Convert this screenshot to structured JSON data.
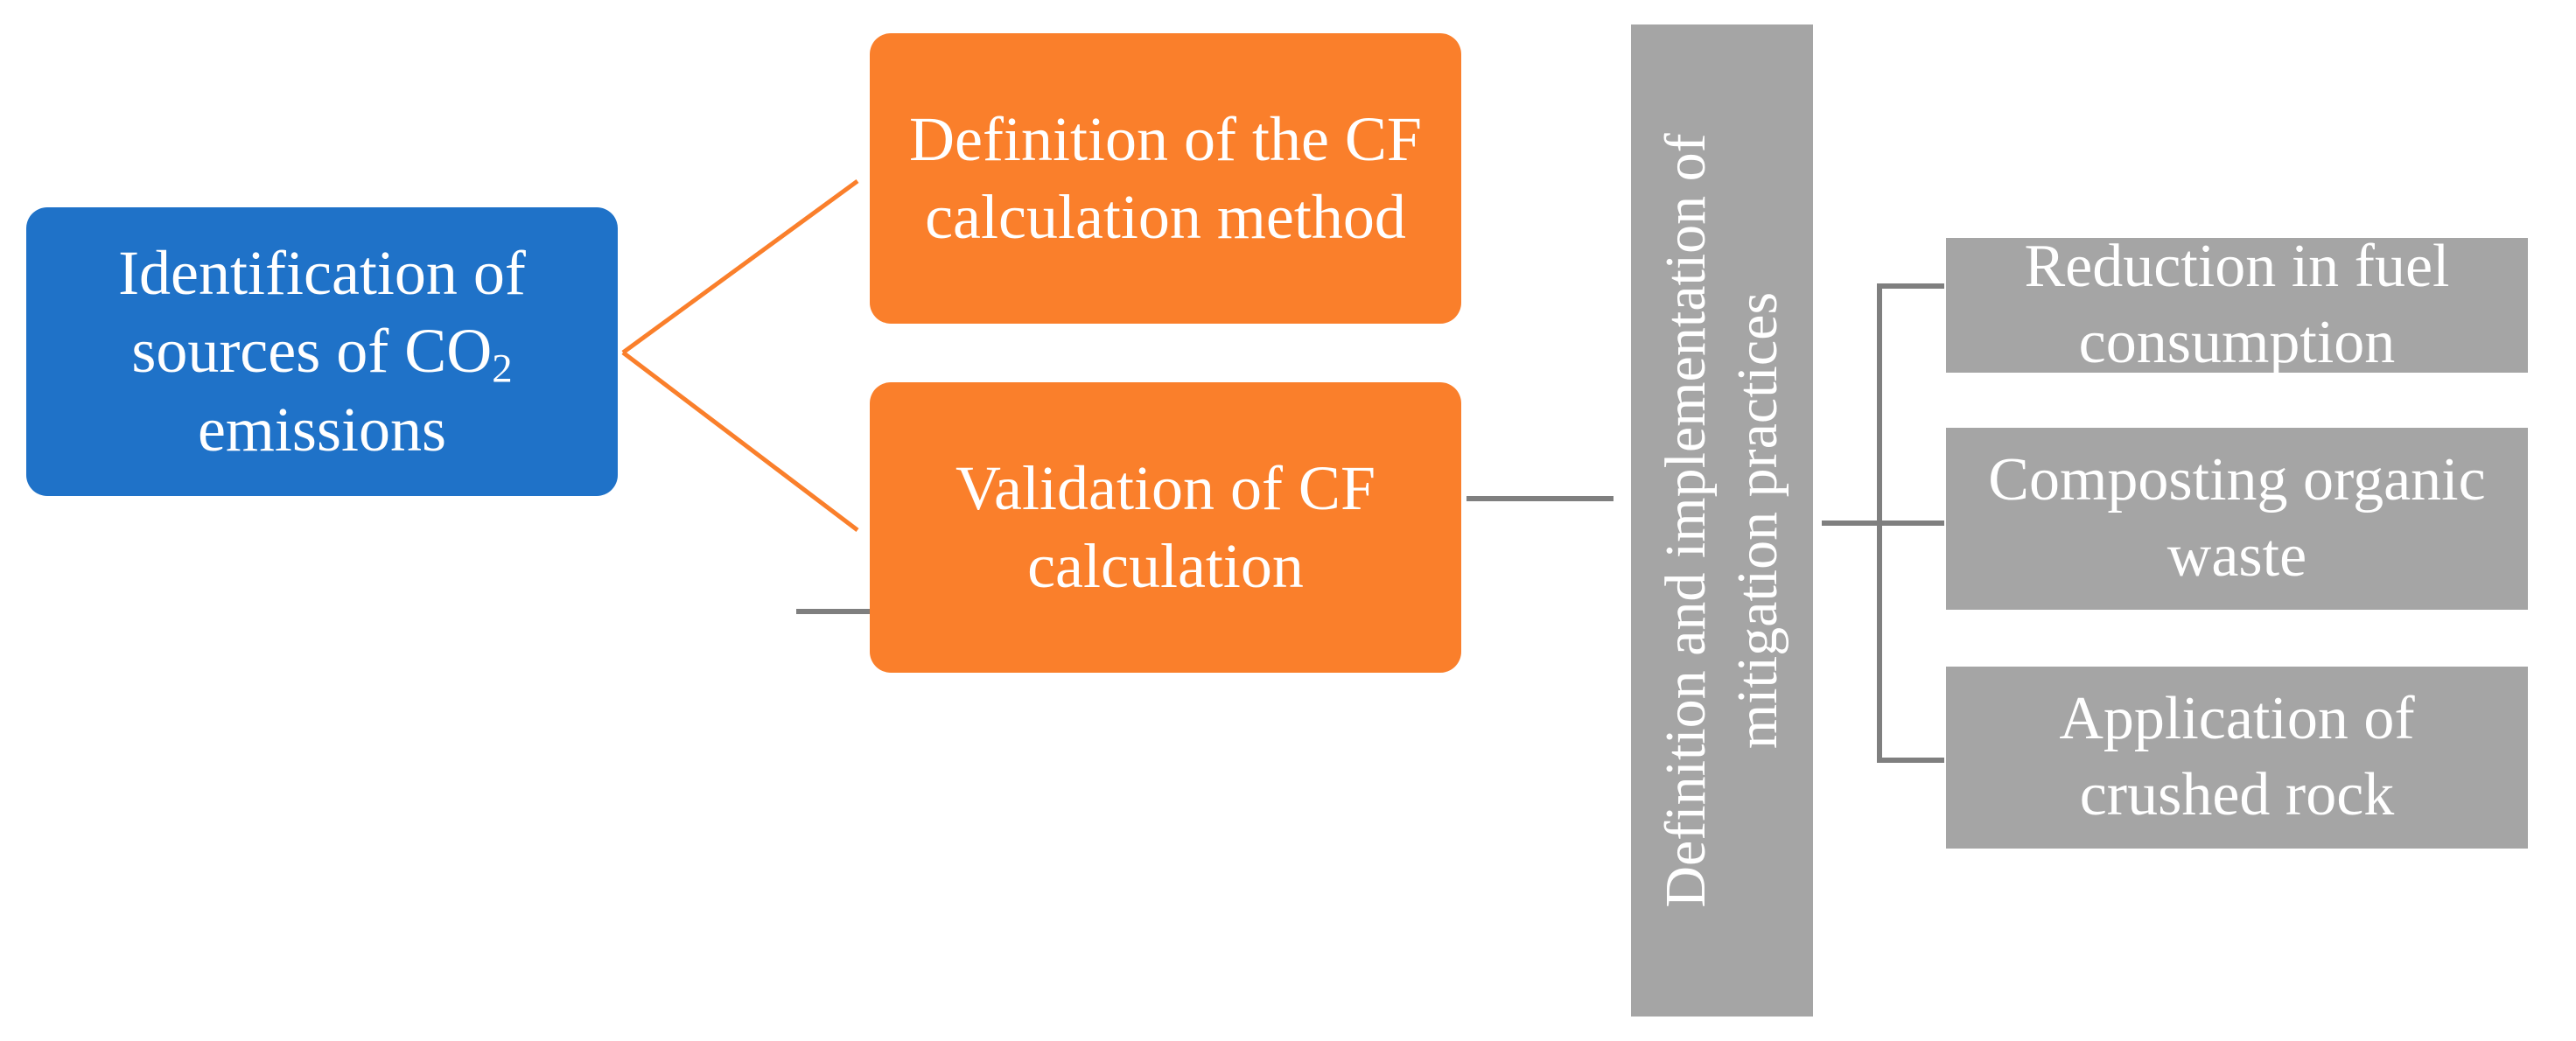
{
  "nodes": {
    "identify": {
      "line1": "Identification of",
      "line2_prefix": "sources of CO",
      "line2_sub": "2",
      "line3": "emissions",
      "color": "#1f72c8"
    },
    "definition": {
      "label": "Definition of the CF\ncalculation method",
      "color": "#fa7f2b"
    },
    "validation": {
      "label": "Validation of CF\ncalculation",
      "color": "#fa7f2b"
    },
    "mitigation": {
      "label": "Definition and implementation of\nmitigation practices",
      "color": "#a5a5a5"
    },
    "fuel": {
      "label": "Reduction in fuel\nconsumption",
      "color": "#a5a5a5"
    },
    "compost": {
      "label": "Composting organic\nwaste",
      "color": "#a5a5a5"
    },
    "rock": {
      "label": "Application of\ncrushed rock",
      "color": "#a5a5a5"
    }
  },
  "colors": {
    "orange_connector": "#fa7f2b",
    "gray_connector": "#7f7f7f"
  }
}
